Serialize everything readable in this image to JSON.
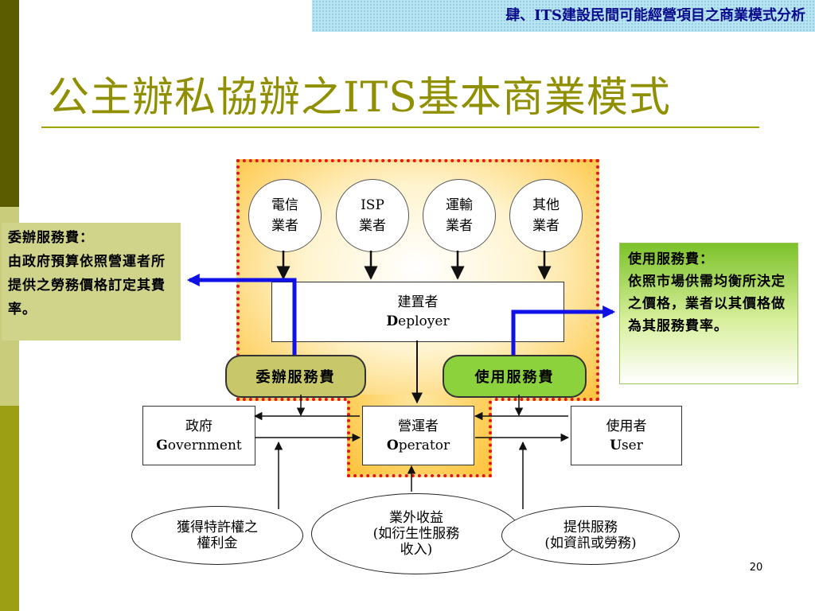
{
  "header": {
    "text": "肆、ITS建設民間可能經營項目之商業模式分析"
  },
  "title": "公主辦私協辦之ITS基本商業模式",
  "providers": [
    {
      "line1": "電信",
      "line2": "業者"
    },
    {
      "line1": "ISP",
      "line2": "業者"
    },
    {
      "line1": "運輸",
      "line2": "業者"
    },
    {
      "line1": "其他",
      "line2": "業者"
    }
  ],
  "deployer": {
    "zh": "建置者",
    "en_initial": "D",
    "en_rest": "eployer"
  },
  "fees": {
    "commission": "委辦服務費",
    "usage": "使用服務費"
  },
  "government": {
    "zh": "政府",
    "en_initial": "G",
    "en_rest": "overnment"
  },
  "operator": {
    "zh": "營運者",
    "en_initial": "O",
    "en_rest": "perator"
  },
  "user": {
    "zh": "使用者",
    "en_initial": "U",
    "en_rest": "ser"
  },
  "ellipses": [
    {
      "line1": "獲得特許權之",
      "line2": "權利金",
      "line3": ""
    },
    {
      "line1": "業外收益",
      "line2": "(如衍生性服務",
      "line3": "收入)"
    },
    {
      "line1": "提供服務",
      "line2": "(如資訊或勞務)",
      "line3": ""
    }
  ],
  "callout_left": {
    "heading": "委辦服務費：",
    "body": "由政府預算依照營運者所提供之勞務價格訂定其費率。"
  },
  "callout_right": {
    "heading": "使用服務費：",
    "body": "依照市場供需均衡所決定之價格，業者以其價格做為其服務費率。"
  },
  "page_number": "20",
  "colors": {
    "title": "#8f8f00",
    "header_text": "#0a0a8c",
    "arrow_blue": "#1010e8",
    "zone_border": "#e8141c"
  }
}
